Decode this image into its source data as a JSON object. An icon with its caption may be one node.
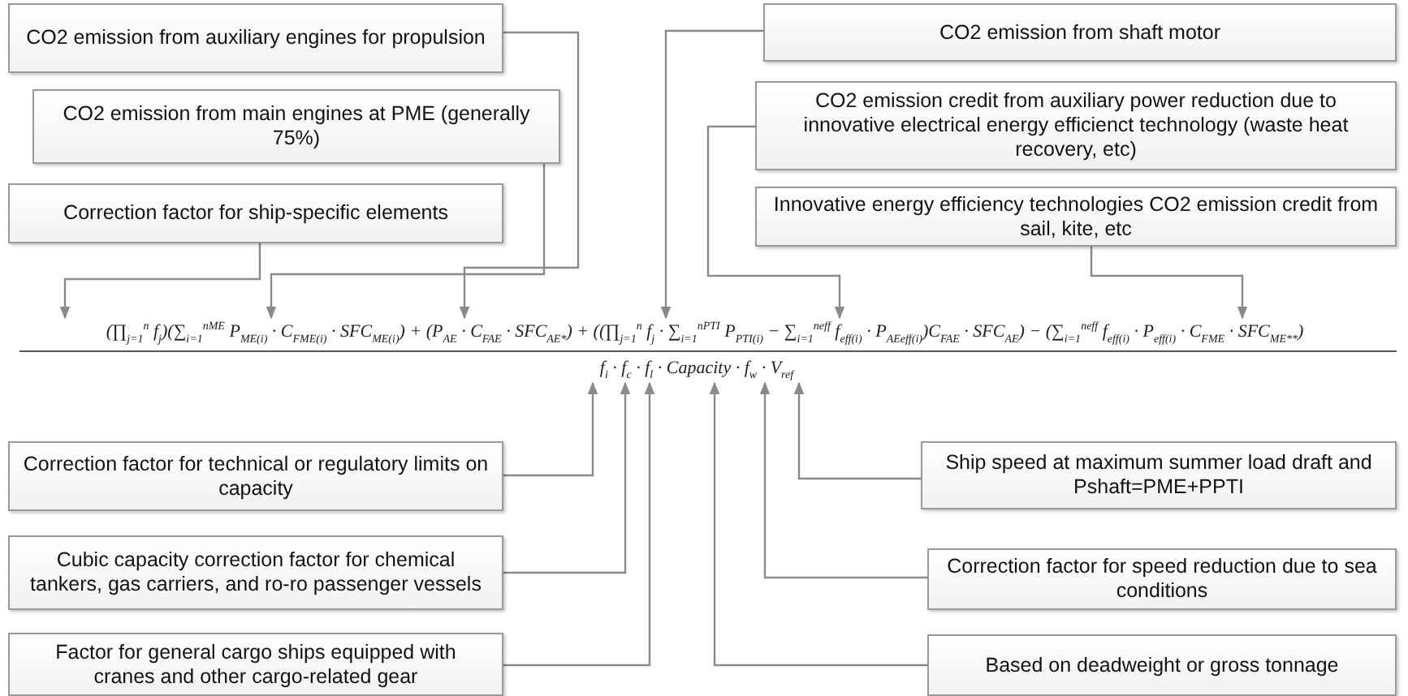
{
  "diagram": {
    "nodes": [
      {
        "text": [
          "CO2 emission from auxiliary engines for propulsion"
        ]
      },
      {
        "text": [
          "CO2 emission from main engines at PME (generally 75%)"
        ]
      },
      {
        "text": [
          "Correction factor for ship-specific elements"
        ]
      },
      {
        "text": [
          "CO2 emission from shaft motor"
        ]
      },
      {
        "text": [
          "CO2 emission credit from auxiliary power reduction due to innovative electrical energy efficienct technology (waste heat recovery, etc)"
        ]
      },
      {
        "text": [
          "Innovative energy efficiency technologies CO2 emission credit from sail, kite, etc"
        ]
      },
      {
        "text": [
          "(∏$_{j=1}$$^{n}$ f$_{j}$)(∑$_{i=1}$$^{nME}$ P$_{ME(i)}$ · C$_{FME(i)}$ · SFC$_{ME(i)}$) + (P$_{AE}$ · C$_{FAE}$ · SFC$_{AE*}$) + ((∏$_{j=1}$$^{n}$ f$_{j}$ · ∑$_{i=1}$$^{nPTI}$ P$_{PTI(i)}$ − ∑$_{i=1}$$^{neff}$ f$_{eff(i)}$ · P$_{AEeff(i)}$)C$_{FAE}$ · SFC$_{AE}$) − (∑$_{i=1}$$^{neff}$ f$_{eff(i)}$ · P$_{eff(i)}$ · C$_{FME}$ · SFC$_{ME**}$)"
        ]
      },
      {
        "text": [
          "f$_{i}$ · f$_{c}$ · f$_{l}$ · Capacity · f$_{w}$ · V$_{ref}$"
        ]
      },
      {
        "text": [
          "Correction factor for technical or regulatory limits on capacity"
        ]
      },
      {
        "text": [
          "Cubic capacity correction factor for chemical tankers, gas carriers, and ro-ro passenger vessels"
        ]
      },
      {
        "text": [
          "Factor for general cargo ships equipped with cranes and other cargo-related gear"
        ]
      },
      {
        "text": [
          "Ship speed at maximum summer load draft and Pshaft=PME+PPTI"
        ]
      },
      {
        "text": [
          "Correction factor for speed reduction due to sea conditions"
        ]
      },
      {
        "text": [
          "Based on deadweight or gross tonnage"
        ]
      }
    ],
    "edges": [
      {
        "from": 2,
        "to": 6,
        "arrow": "to"
      },
      {
        "from": 1,
        "to": 6,
        "arrow": "to"
      },
      {
        "from": 0,
        "to": 6,
        "arrow": "to"
      },
      {
        "from": 3,
        "to": 6,
        "arrow": "to"
      },
      {
        "from": 4,
        "to": 6,
        "arrow": "to"
      },
      {
        "from": 5,
        "to": 6,
        "arrow": "to"
      },
      {
        "from": 8,
        "to": 7,
        "arrow": "to"
      },
      {
        "from": 9,
        "to": 7,
        "arrow": "to"
      },
      {
        "from": 10,
        "to": 7,
        "arrow": "to"
      },
      {
        "from": 13,
        "to": 7,
        "arrow": "to"
      },
      {
        "from": 12,
        "to": 7,
        "arrow": "to"
      },
      {
        "from": 11,
        "to": 7,
        "arrow": "to"
      }
    ]
  }
}
